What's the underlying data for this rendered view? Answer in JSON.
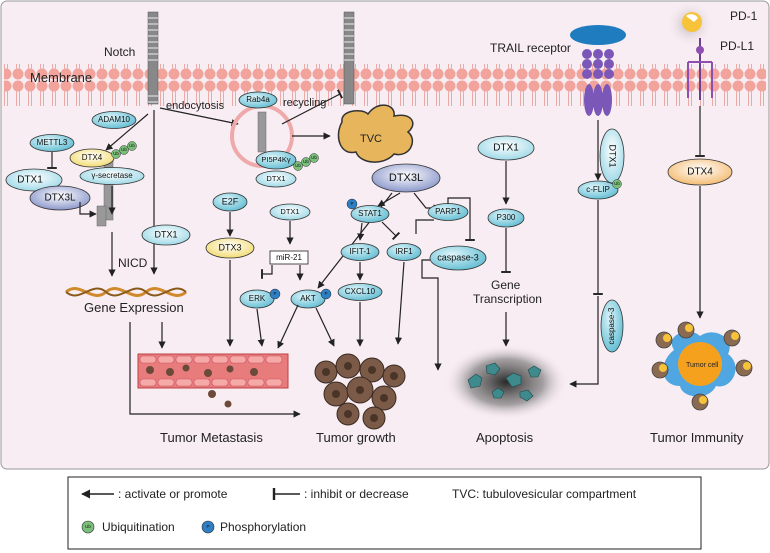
{
  "membrane": {
    "label": "Membrane",
    "notch_label": "Notch",
    "trail_label": "TRAIL receptor",
    "pd1_label": "PD-1",
    "pdl1_label": "PD-L1"
  },
  "process_labels": {
    "endocytosis": "endocytosis",
    "recycling": "recycling",
    "tvc": "TVC",
    "nicd": "NICD",
    "gene_expression": "Gene Expression",
    "gene_transcription_1": "Gene",
    "gene_transcription_2": "Transcription",
    "tumor_cell": "Tumor cell"
  },
  "proteins": {
    "adam10": "ADAM10",
    "mettl3": "METTL3",
    "dtx1_left": "DTX1",
    "dtx3l_left": "DTX3L",
    "dtx4_left": "DTX4",
    "gamma_secretase": "γ-secretase",
    "dtx1_notch": "DTX1",
    "rab4a": "Rab4a",
    "pi5p4k": "PI5P4Kγ",
    "dtx1_endo": "DTX1",
    "e2f": "E2F",
    "dtx3": "DTX3",
    "dtx1_mir": "DTX1",
    "mir21": "miR-21",
    "erk": "ERK",
    "akt": "AKT",
    "dtx3l_center": "DTX3L",
    "stat1": "STAT1",
    "parp1": "PARP1",
    "caspase3_center": "caspase-3",
    "ifit1": "IFIT-1",
    "irf1": "IRF1",
    "cxcl10": "CXCL10",
    "dtx1_p300": "DTX1",
    "p300": "P300",
    "dtx1_trail": "DTX1",
    "cflip": "c-FLIP",
    "caspase3_trail": "caspase-3",
    "dtx4_immune": "DTX4"
  },
  "badges": {
    "ub": "Ub",
    "p": "P"
  },
  "outcomes": {
    "metastasis": "Tumor Metastasis",
    "growth": "Tumor growth",
    "apoptosis": "Apoptosis",
    "immunity": "Tumor Immunity"
  },
  "legend": {
    "activate": ": activate or promote",
    "inhibit": ": inhibit or decrease",
    "tvc_def": "TVC: tubulovesicular compartment",
    "ubiquitination": "Ubiquitination",
    "phosphorylation": "Phosphorylation"
  },
  "colors": {
    "background_panel": "#f8edf3",
    "membrane_head": "#f2a39b",
    "cyan_pill": "#6ec6d8",
    "yellow_pill": "#f7e07a",
    "purple_pill": "#7f8fc6",
    "ub_green": "#79bf79",
    "p_blue": "#2f7fc5",
    "trail_purple": "#7b58b8",
    "tvc_orange": "#e7b65c"
  }
}
